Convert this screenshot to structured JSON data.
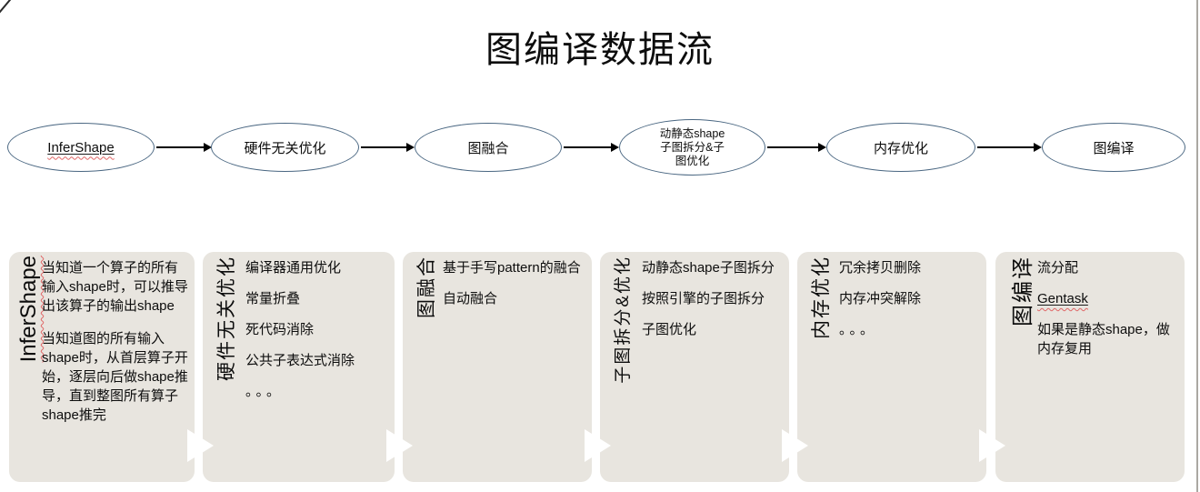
{
  "title": "图编译数据流",
  "flow": {
    "nodes": [
      {
        "label": "InferShape"
      },
      {
        "label": "硬件无关优化"
      },
      {
        "label": "图融合"
      },
      {
        "lines": [
          "动静态shape",
          "子图拆分&子",
          "图优化"
        ]
      },
      {
        "label": "内存优化"
      },
      {
        "label": "图编译"
      }
    ]
  },
  "panels": [
    {
      "label": "InferShape",
      "items": [
        "当知道一个算子的所有输入shape时，可以推导出该算子的输出shape",
        "当知道图的所有输入shape时，从首层算子开始，逐层向后做shape推导，直到整图所有算子shape推完"
      ]
    },
    {
      "label": "硬件无关优化",
      "items": [
        "编译器通用优化",
        "常量折叠",
        "死代码消除",
        "公共子表达式消除",
        "。。。"
      ]
    },
    {
      "label": "图融合",
      "items": [
        "基于手写pattern的融合",
        "自动融合"
      ]
    },
    {
      "label": "子图拆分&优化",
      "items": [
        "动静态shape子图拆分",
        "按照引擎的子图拆分",
        "子图优化"
      ]
    },
    {
      "label": "内存优化",
      "items": [
        "冗余拷贝删除",
        "内存冲突解除",
        "。。。"
      ]
    },
    {
      "label": "图编译",
      "items": [
        "流分配",
        "Gentask",
        "如果是静态shape，做内存复用"
      ]
    }
  ],
  "colors": {
    "panel_bg": "#e8e5df",
    "ellipse_border": "#4a6782",
    "arrow": "#000000",
    "spellcheck_underline": "#e06666"
  }
}
